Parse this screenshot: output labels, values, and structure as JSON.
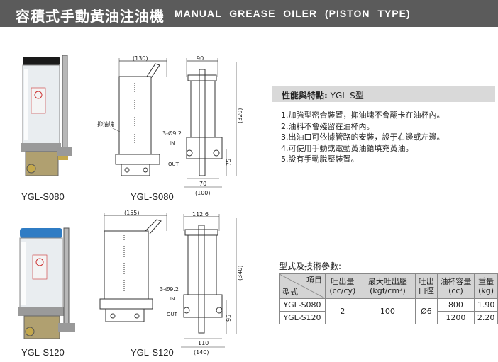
{
  "header": {
    "title_cn": "容積式手動黃油注油機",
    "title_en": "MANUAL GREASE OILER (PISTON TYPE)"
  },
  "models": {
    "top_photo_caption": "YGL-S080",
    "top_drawing_caption": "YGL-S080",
    "bottom_photo_caption": "YGL-S120",
    "bottom_drawing_caption": "YGL-S120"
  },
  "drawing_top": {
    "dim_width": "(130)",
    "dim_side_width": "90",
    "dim_height": "(320)",
    "dim_outlet_h": "75",
    "dim_base_w": "70",
    "dim_base_total": "(100)",
    "label_block": "抑油塊",
    "label_hole": "3-Ø9.2",
    "label_in": "IN",
    "label_out": "OUT"
  },
  "drawing_bottom": {
    "dim_width": "(155)",
    "dim_side_width": "112.6",
    "dim_height": "(340)",
    "dim_outlet_h": "95",
    "dim_base_w": "110",
    "dim_base_total": "(140)",
    "label_hole": "3-Ø9.2",
    "label_in": "IN",
    "label_out": "OUT"
  },
  "features": {
    "heading": "性能與特點:",
    "heading_model": "YGL-S型",
    "items": [
      "1.加強型密合裝置，抑油塊不會翻卡在油杯內。",
      "2.油料不會殘留在油杯內。",
      "3.出油口可依據管路的安裝，設于右邊或左邊。",
      "4.可使用手動或電動黃油鎗填充黃油。",
      "5.設有手動脫壓裝置。"
    ]
  },
  "spec": {
    "title": "型式及技術參數:",
    "corner_top": "項目",
    "corner_bottom": "型式",
    "col_discharge": "吐出量",
    "col_discharge_unit": "(cc/cy)",
    "col_pressure": "最大吐出壓",
    "col_pressure_unit": "(kgf/cm²)",
    "col_outlet": "吐出",
    "col_outlet2": "口徑",
    "col_capacity": "油杯容量",
    "col_capacity_unit": "(cc)",
    "col_weight": "重量",
    "col_weight_unit": "(kg)",
    "rows": [
      {
        "model": "YGL-S080",
        "capacity": "800",
        "weight": "1.90"
      },
      {
        "model": "YGL-S120",
        "capacity": "1200",
        "weight": "2.20"
      }
    ],
    "shared_discharge": "2",
    "shared_pressure": "100",
    "shared_outlet": "Ø6"
  },
  "colors": {
    "header_bg": "#5b5b5b",
    "feature_bar": "#d9d9d9",
    "cap_blue": "#2f7cc4",
    "cap_black": "#1a1a1a"
  }
}
